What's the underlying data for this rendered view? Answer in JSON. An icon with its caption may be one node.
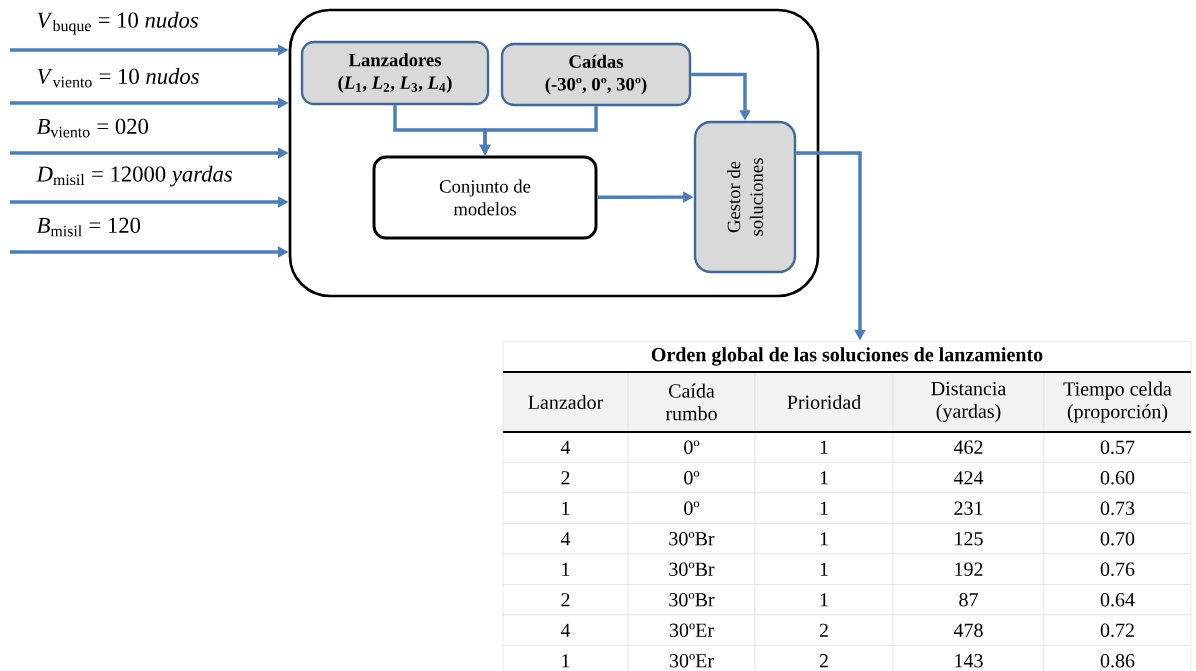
{
  "diagram": {
    "nodes": [
      {
        "text": [],
        "shape": "box"
      },
      {
        "text": [
          "Lanzadores",
          "(*L*$_{1}$, *L*$_{2}$, *L*$_{3}$, *L*$_{4}$)"
        ],
        "in": 0
      },
      {
        "text": [
          "Caídas",
          "(-30º, 0º, 30º)"
        ],
        "in": 0
      },
      {
        "text": [
          "Conjunto de modelos"
        ],
        "in": 0
      },
      {
        "text": [
          "Gestor de soluciones"
        ],
        "in": 0
      },
      {
        "text": [
          "Orden global de las soluciones de lanzamiento"
        ]
      }
    ],
    "edges": [
      {
        "from": null,
        "to": 0,
        "arrow": "to",
        "label": "*V*$_{buque}$ = 10 *nudos*"
      },
      {
        "from": null,
        "to": 0,
        "arrow": "to",
        "label": "*V*$_{viento}$ = 10 *nudos*"
      },
      {
        "from": null,
        "to": 0,
        "arrow": "to",
        "label": "*B*$_{viento}$ = 020"
      },
      {
        "from": null,
        "to": 0,
        "arrow": "to",
        "label": "*D*$_{misil}$ = 12000 *yardas*"
      },
      {
        "from": null,
        "to": 0,
        "arrow": "to",
        "label": "*B*$_{misil}$ = 120"
      },
      {
        "from": 1,
        "to": 3,
        "arrow": "to"
      },
      {
        "from": 2,
        "to": 3,
        "arrow": "to"
      },
      {
        "from": 2,
        "to": 4,
        "arrow": "to"
      },
      {
        "from": 3,
        "to": 4,
        "arrow": "to"
      },
      {
        "from": 4,
        "to": 5,
        "arrow": "to"
      }
    ],
    "labels": [
      "Lanzador",
      "Caída rumbo",
      "Prioridad",
      "Distancia (yardas)",
      "Tiempo celda (proporción)",
      "4",
      "0º",
      "1",
      "462",
      "0.57",
      "2",
      "0º",
      "1",
      "424",
      "0.60",
      "1",
      "0º",
      "1",
      "231",
      "0.73",
      "4",
      "30ºBr",
      "1",
      "125",
      "0.70",
      "1",
      "30ºBr",
      "1",
      "192",
      "0.76",
      "2",
      "30ºBr",
      "1",
      "87",
      "0.64",
      "4",
      "30ºEr",
      "2",
      "478",
      "0.72",
      "1",
      "30ºEr",
      "2",
      "143",
      "0.86"
    ]
  }
}
